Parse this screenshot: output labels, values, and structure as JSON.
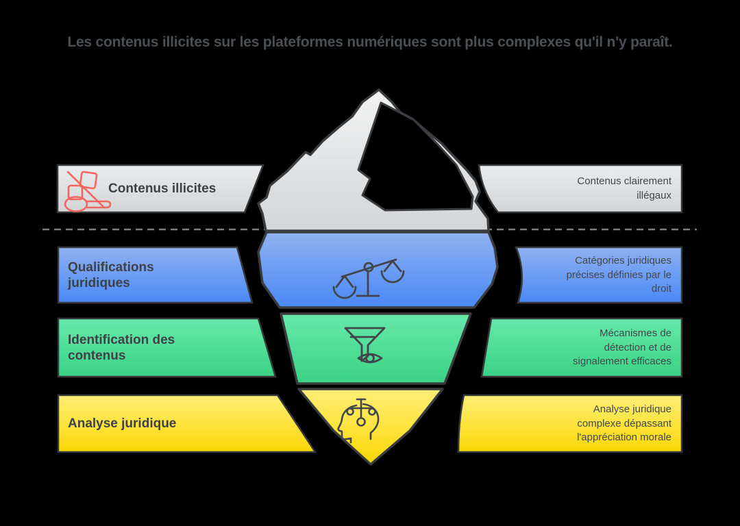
{
  "title": "Les contenus illicites sur les plateformes numériques sont plus complexes qu'il n'y paraît.",
  "waterline": {
    "style": "dashed",
    "color": "#7d8083"
  },
  "iceberg": {
    "above_water_color": "#e2e3e4",
    "shadow_facet_color": "#000000",
    "outline_color": "#3a3d40"
  },
  "layers": [
    {
      "id": "contenus-illicites",
      "label": "Contenus illicites",
      "label_lines": [
        "Contenus illicites"
      ],
      "description": "Contenus clairement illégaux",
      "description_lines": [
        "Contenus clairement",
        "illégaux"
      ],
      "color_top": "#ebeced",
      "color_bottom": "#d2d4d6",
      "icon": "banned-content-icon",
      "icon_color": "#f4655e",
      "position": "above-waterline"
    },
    {
      "id": "qualifications-juridiques",
      "label": "Qualifications juridiques",
      "label_lines": [
        "Qualifications",
        "juridiques"
      ],
      "description": "Catégories juridiques précises définies par le droit",
      "description_lines": [
        "Catégories juridiques",
        "précises définies par le",
        "droit"
      ],
      "color_top": "#8fb1f1",
      "color_bottom": "#4a89f6",
      "icon": "justice-scales-icon",
      "icon_color": "#42464a",
      "position": "below-waterline"
    },
    {
      "id": "identification-des-contenus",
      "label": "Identification des contenus",
      "label_lines": [
        "Identification des",
        "contenus"
      ],
      "description": "Mécanismes de détection et de signalement efficaces",
      "description_lines": [
        "Mécanismes de",
        "détection et de",
        "signalement efficaces"
      ],
      "color_top": "#67e9aa",
      "color_bottom": "#3ad285",
      "icon": "filter-detection-eye-icon",
      "icon_color": "#42464a",
      "position": "below-waterline"
    },
    {
      "id": "analyse-juridique",
      "label": "Analyse juridique",
      "label_lines": [
        "Analyse juridique"
      ],
      "description": "Analyse juridique complexe dépassant l'appréciation morale",
      "description_lines": [
        "Analyse juridique",
        "complexe dépassant",
        "l'appréciation morale"
      ],
      "color_top": "#ffef78",
      "color_bottom": "#fcd704",
      "icon": "head-judgment-scales-icon",
      "icon_color": "#42464a",
      "position": "below-waterline"
    }
  ]
}
